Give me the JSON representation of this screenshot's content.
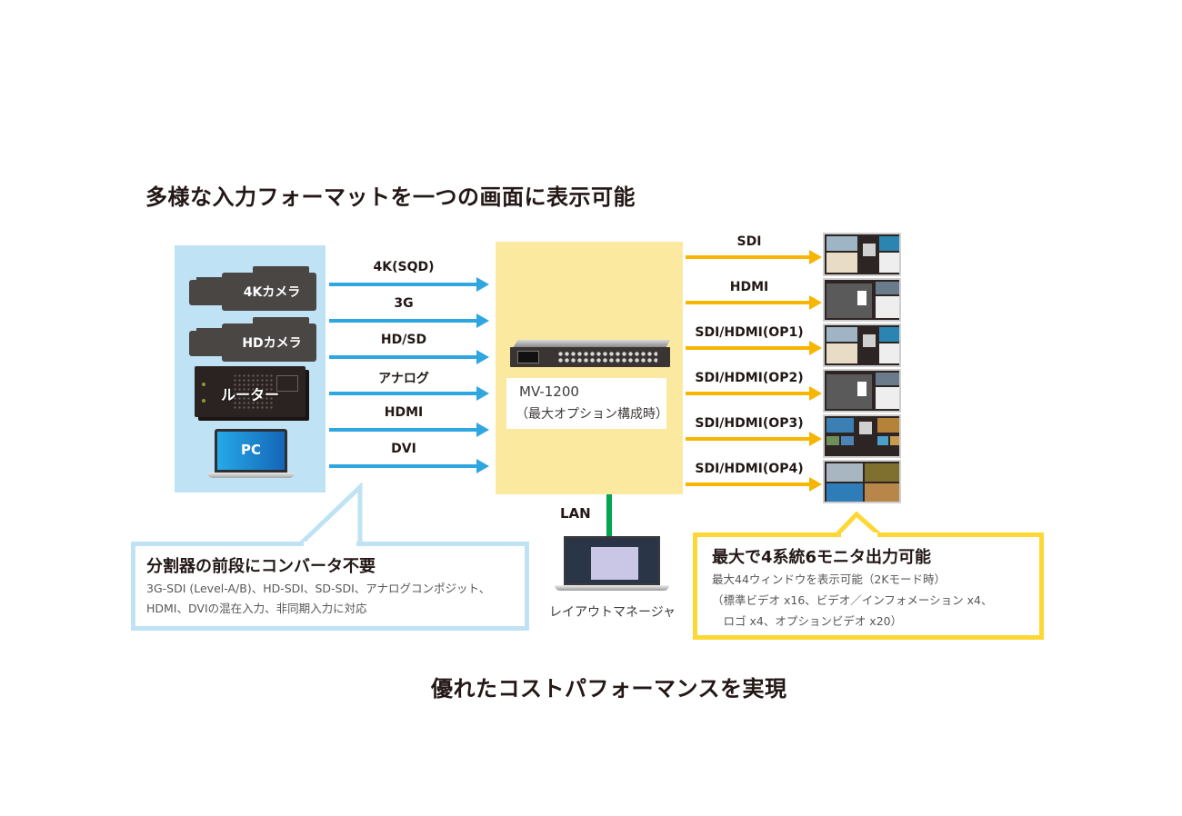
{
  "headline_top": "多様な入力フォーマットを一つの画面に表示可能",
  "headline_bottom": "優れたコストパフォーマンスを実現",
  "colors": {
    "input_panel": "#bfe3f5",
    "center_panel": "#fce9a0",
    "input_arrow": "#2ea7e0",
    "output_arrow": "#f7b500",
    "lan_line": "#00a650",
    "callout_blue_border": "#bfe3f5",
    "callout_yellow_border": "#fdd835"
  },
  "sources": [
    {
      "label": "4Kカメラ",
      "icon": "camera-icon"
    },
    {
      "label": "HDカメラ",
      "icon": "camera-icon"
    },
    {
      "label": "ルーター",
      "icon": "router-icon"
    },
    {
      "label": "PC",
      "icon": "laptop-icon"
    }
  ],
  "inputs": [
    "4K(SQD)",
    "3G",
    "HD/SD",
    "アナログ",
    "HDMI",
    "DVI"
  ],
  "device": {
    "model": "MV-1200",
    "note": "（最大オプション構成時）"
  },
  "outputs": [
    "SDI",
    "HDMI",
    "SDI/HDMI(OP1)",
    "SDI/HDMI(OP2)",
    "SDI/HDMI(OP3)",
    "SDI/HDMI(OP4)"
  ],
  "lan": {
    "label": "LAN",
    "client_label": "レイアウトマネージャ"
  },
  "callout_inputs": {
    "title": "分割器の前段にコンバータ不要",
    "lines": [
      "3G-SDI (Level-A/B)、HD-SDI、SD-SDI、アナログコンポジット、",
      "HDMI、DVIの混在入力、非同期入力に対応"
    ]
  },
  "callout_outputs": {
    "title": "最大で4系統6モニタ出力可能",
    "lines": [
      "最大44ウィンドウを表示可能（2Kモード時）",
      "（標準ビデオ x16、ビデオ／インフォメーション x4、",
      "　ロゴ x4、オプションビデオ x20）"
    ]
  }
}
